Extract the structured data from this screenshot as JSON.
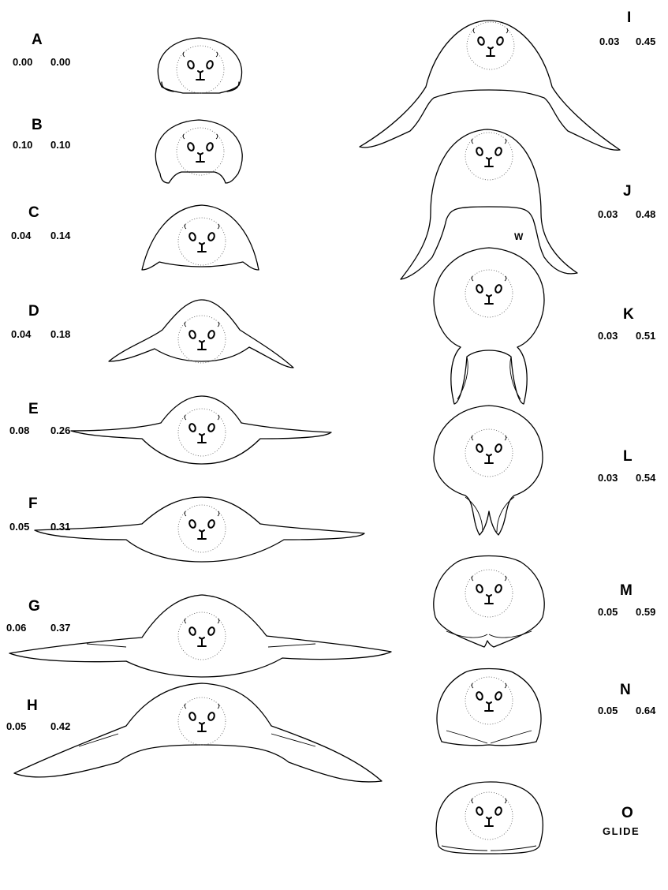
{
  "figure": {
    "stages": [
      {
        "id": "A",
        "v1": "0.00",
        "v2": "0.00"
      },
      {
        "id": "B",
        "v1": "0.10",
        "v2": "0.10"
      },
      {
        "id": "C",
        "v1": "0.04",
        "v2": "0.14"
      },
      {
        "id": "D",
        "v1": "0.04",
        "v2": "0.18"
      },
      {
        "id": "E",
        "v1": "0.08",
        "v2": "0.26"
      },
      {
        "id": "F",
        "v1": "0.05",
        "v2": "0.31"
      },
      {
        "id": "G",
        "v1": "0.06",
        "v2": "0.37"
      },
      {
        "id": "H",
        "v1": "0.05",
        "v2": "0.42"
      },
      {
        "id": "I",
        "v1": "0.03",
        "v2": "0.45"
      },
      {
        "id": "J",
        "v1": "0.03",
        "v2": "0.48"
      },
      {
        "id": "K",
        "v1": "0.03",
        "v2": "0.51"
      },
      {
        "id": "L",
        "v1": "0.03",
        "v2": "0.54"
      },
      {
        "id": "M",
        "v1": "0.05",
        "v2": "0.59"
      },
      {
        "id": "N",
        "v1": "0.05",
        "v2": "0.64"
      },
      {
        "id": "O",
        "note": "GLIDE"
      }
    ],
    "wing_label": "W"
  }
}
